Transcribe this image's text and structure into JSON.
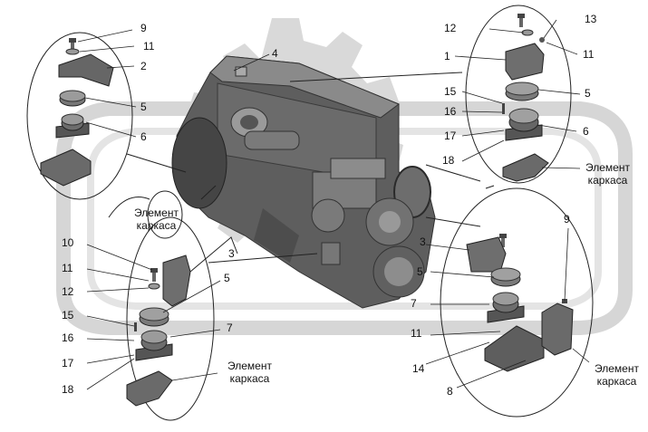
{
  "part_labels": {
    "tl_9": "9",
    "tl_11": "11",
    "tl_2": "2",
    "tl_5": "5",
    "tl_6": "6",
    "top_4": "4",
    "tr_12": "12",
    "tr_13": "13",
    "tr_1": "1",
    "tr_11": "11",
    "tr_5": "5",
    "tr_15": "15",
    "tr_16": "16",
    "tr_6": "6",
    "tr_17": "17",
    "tr_18": "18",
    "bl_10": "10",
    "bl_3": "3",
    "bl_11": "11",
    "bl_12": "12",
    "bl_5": "5",
    "bl_15": "15",
    "bl_7": "7",
    "bl_16": "16",
    "bl_17": "17",
    "bl_18": "18",
    "br_9": "9",
    "br_3": "3",
    "br_5": "5",
    "br_7": "7",
    "br_11": "11",
    "br_14": "14",
    "br_8": "8"
  },
  "frame_labels": {
    "left_line1": "Элемент",
    "left_line2": "каркаса",
    "right_line1": "Элемент",
    "right_line2": "каркаса",
    "bottom_left_line1": "Элемент",
    "bottom_left_line2": "каркаса",
    "bottom_right_line1": "Элемент",
    "bottom_right_line2": "каркаса"
  }
}
